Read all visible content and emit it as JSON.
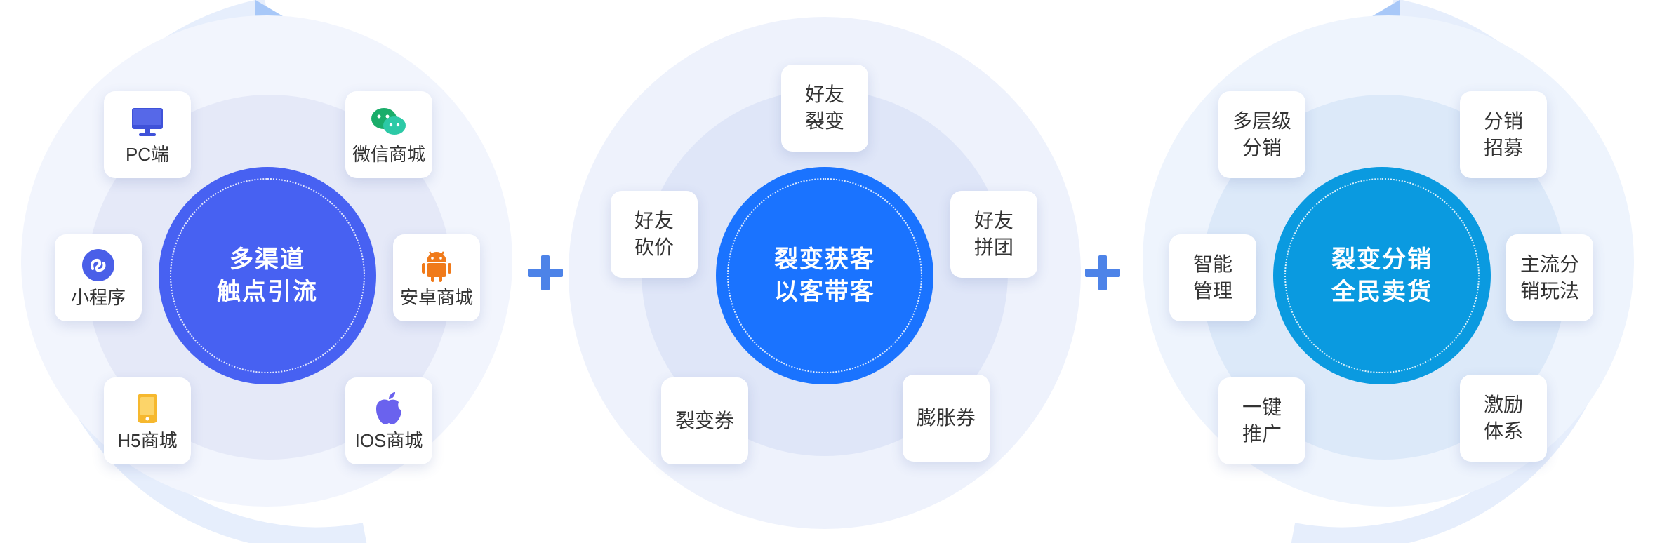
{
  "colors": {
    "hub_1": "#4761f2",
    "hub_2": "#1a73ff",
    "hub_3": "#0a9ae0",
    "plus": "#4d83e8",
    "arrow": "#a8c8f8"
  },
  "groups": [
    {
      "hub": {
        "line1": "多渠道",
        "line2": "触点引流"
      },
      "cards": [
        {
          "icon": "monitor-icon",
          "label": "PC端"
        },
        {
          "icon": "wechat-icon",
          "label": "微信商城"
        },
        {
          "icon": "mini-program-icon",
          "label": "小程序"
        },
        {
          "icon": "android-icon",
          "label": "安卓商城"
        },
        {
          "icon": "phone-icon",
          "label": "H5商城"
        },
        {
          "icon": "apple-icon",
          "label": "IOS商城"
        }
      ]
    },
    {
      "hub": {
        "line1": "裂变获客",
        "line2": "以客带客"
      },
      "cards": [
        {
          "line1": "好友",
          "line2": "裂变"
        },
        {
          "line1": "好友",
          "line2": "砍价"
        },
        {
          "line1": "好友",
          "line2": "拼团"
        },
        {
          "line1": "裂变券",
          "line2": ""
        },
        {
          "line1": "膨胀券",
          "line2": ""
        }
      ]
    },
    {
      "hub": {
        "line1": "裂变分销",
        "line2": "全民卖货"
      },
      "cards": [
        {
          "line1": "多层级",
          "line2": "分销"
        },
        {
          "line1": "分销",
          "line2": "招募"
        },
        {
          "line1": "智能",
          "line2": "管理"
        },
        {
          "line1": "主流分",
          "line2": "销玩法"
        },
        {
          "line1": "一键",
          "line2": "推广"
        },
        {
          "line1": "激励",
          "line2": "体系"
        }
      ]
    }
  ]
}
